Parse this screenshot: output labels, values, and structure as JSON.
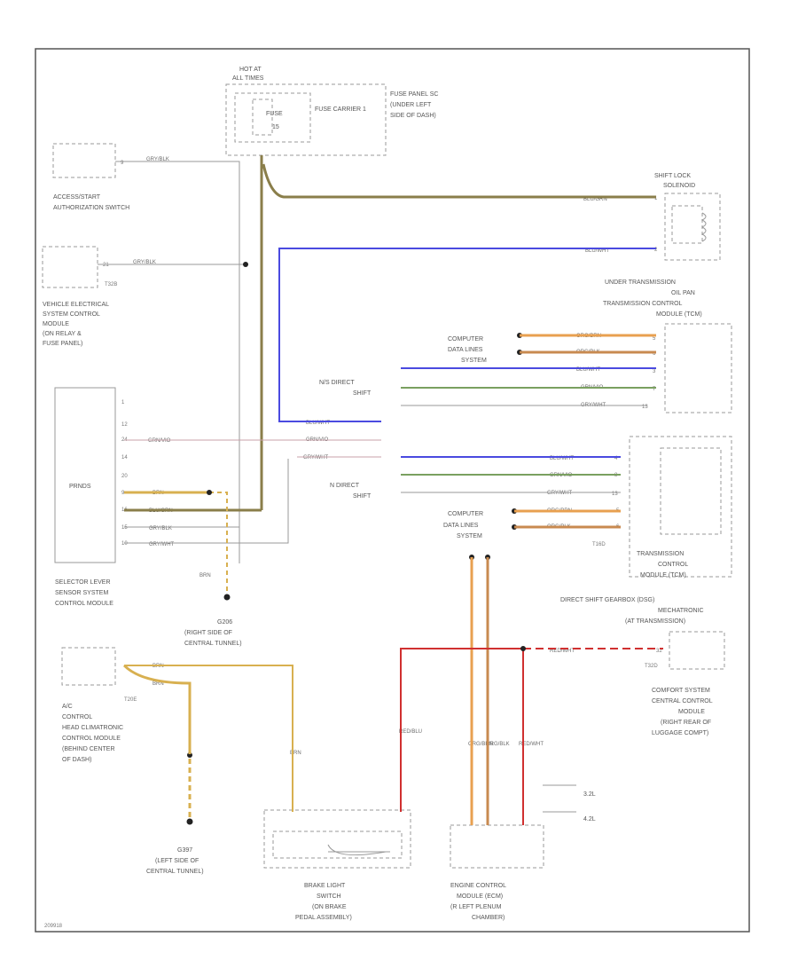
{
  "colors": {
    "blu_wht": "#4a4ae0",
    "brn_blk": "#8a7e4a",
    "orange": "#e8a050",
    "orange_brn": "#c88a50",
    "green": "#7aa060",
    "gry": "#9a9a9a",
    "red": "#d03030",
    "yellow": "#d8b050",
    "pink": "#c8a0a8"
  },
  "labels": {
    "hot_at": "HOT AT",
    "all_times": "ALL TIMES",
    "fuse": "FUSE",
    "fuse_num": "15",
    "fuse_carrier": "FUSE CARRIER 1",
    "fuse_panel_sc": "FUSE PANEL SC",
    "under_left": "(UNDER LEFT",
    "side_of_dash": "SIDE OF DASH)",
    "shift_lock": "SHIFT LOCK",
    "solenoid": "SOLENOID",
    "access_start_1": "ACCESS/START",
    "access_start_2": "AUTHORIZATION SWITCH",
    "vesc_1": "VEHICLE ELECTRICAL",
    "vesc_2": "SYSTEM CONTROL",
    "vesc_3": "MODULE",
    "vesc_4": "(ON RELAY &",
    "vesc_5": "FUSE PANEL)",
    "t32b": "T32B",
    "tcm_top_1": "UNDER TRANSMISSION",
    "tcm_top_2": "OIL PAN",
    "tcm_top_3": "TRANSMISSION CONTROL",
    "tcm_top_4": "MODULE (TCM)",
    "comp_data_1": "COMPUTER",
    "comp_data_2": "DATA LINES",
    "comp_data_3": "SYSTEM",
    "ns_direct_1": "N/S DIRECT",
    "ns_direct_2": "SHIFT",
    "prndl": "PRNDS",
    "n_direct_1": "N DIRECT",
    "n_direct_2": "SHIFT",
    "t16d": "T16D",
    "tcm_low_1": "TRANSMISSION",
    "tcm_low_2": "CONTROL",
    "tcm_low_3": "MODULE (TCM)",
    "selector_1": "SELECTOR LEVER",
    "selector_2": "SENSOR SYSTEM",
    "selector_3": "CONTROL MODULE",
    "dsg_1": "DIRECT SHIFT GEARBOX (DSG)",
    "dsg_2": "MECHATRONIC",
    "dsg_3": "(AT TRANSMISSION)",
    "g206_1": "G206",
    "g206_2": "(RIGHT SIDE OF",
    "g206_3": "CENTRAL TUNNEL)",
    "t32d": "T32D",
    "comfort_1": "COMFORT SYSTEM",
    "comfort_2": "CENTRAL CONTROL",
    "comfort_3": "MODULE",
    "comfort_4": "(RIGHT REAR OF",
    "comfort_5": "LUGGAGE COMPT)",
    "ac_1": "A/C",
    "ac_2": "CONTROL",
    "ac_3": "HEAD CLIMATRONIC",
    "ac_4": "CONTROL MODULE",
    "ac_5": "(BEHIND CENTER",
    "ac_6": "OF DASH)",
    "t20e": "T20E",
    "g397_1": "G397",
    "g397_2": "(LEFT SIDE OF",
    "g397_3": "CENTRAL TUNNEL)",
    "brake_1": "BRAKE LIGHT",
    "brake_2": "SWITCH",
    "brake_3": "(ON BRAKE",
    "brake_4": "PEDAL ASSEMBLY)",
    "ecm_1": "ENGINE CONTROL",
    "ecm_2": "MODULE (ECM)",
    "ecm_3": "(R LEFT PLENUM",
    "ecm_4": "CHAMBER)",
    "v35": "3.2L",
    "v48": "4.2L",
    "diagram_id": "209918"
  },
  "wires": {
    "gry_blk": "GRY/BLK",
    "brn_grn": "BLU/GRN",
    "blu_wht": "BLU/WHT",
    "org_brn": "ORG/BRN",
    "org_blk": "ORG/BLK",
    "grn_vio": "GRN/VIO",
    "grn_wht": "GRY/WHT",
    "brn": "BRN",
    "red_wht": "RED/WHT",
    "red_blu": "RED/BLU"
  },
  "pins": {
    "p1": "1",
    "p2": "2",
    "p3": "3",
    "p4": "4",
    "p5": "5",
    "p6": "6",
    "p7": "7",
    "p8": "8",
    "p9": "9",
    "p10": "10",
    "p12": "12",
    "p13": "13",
    "p14": "14",
    "p15": "15",
    "p16": "16",
    "p20": "20",
    "p21": "21",
    "p24": "24",
    "p32": "32"
  }
}
